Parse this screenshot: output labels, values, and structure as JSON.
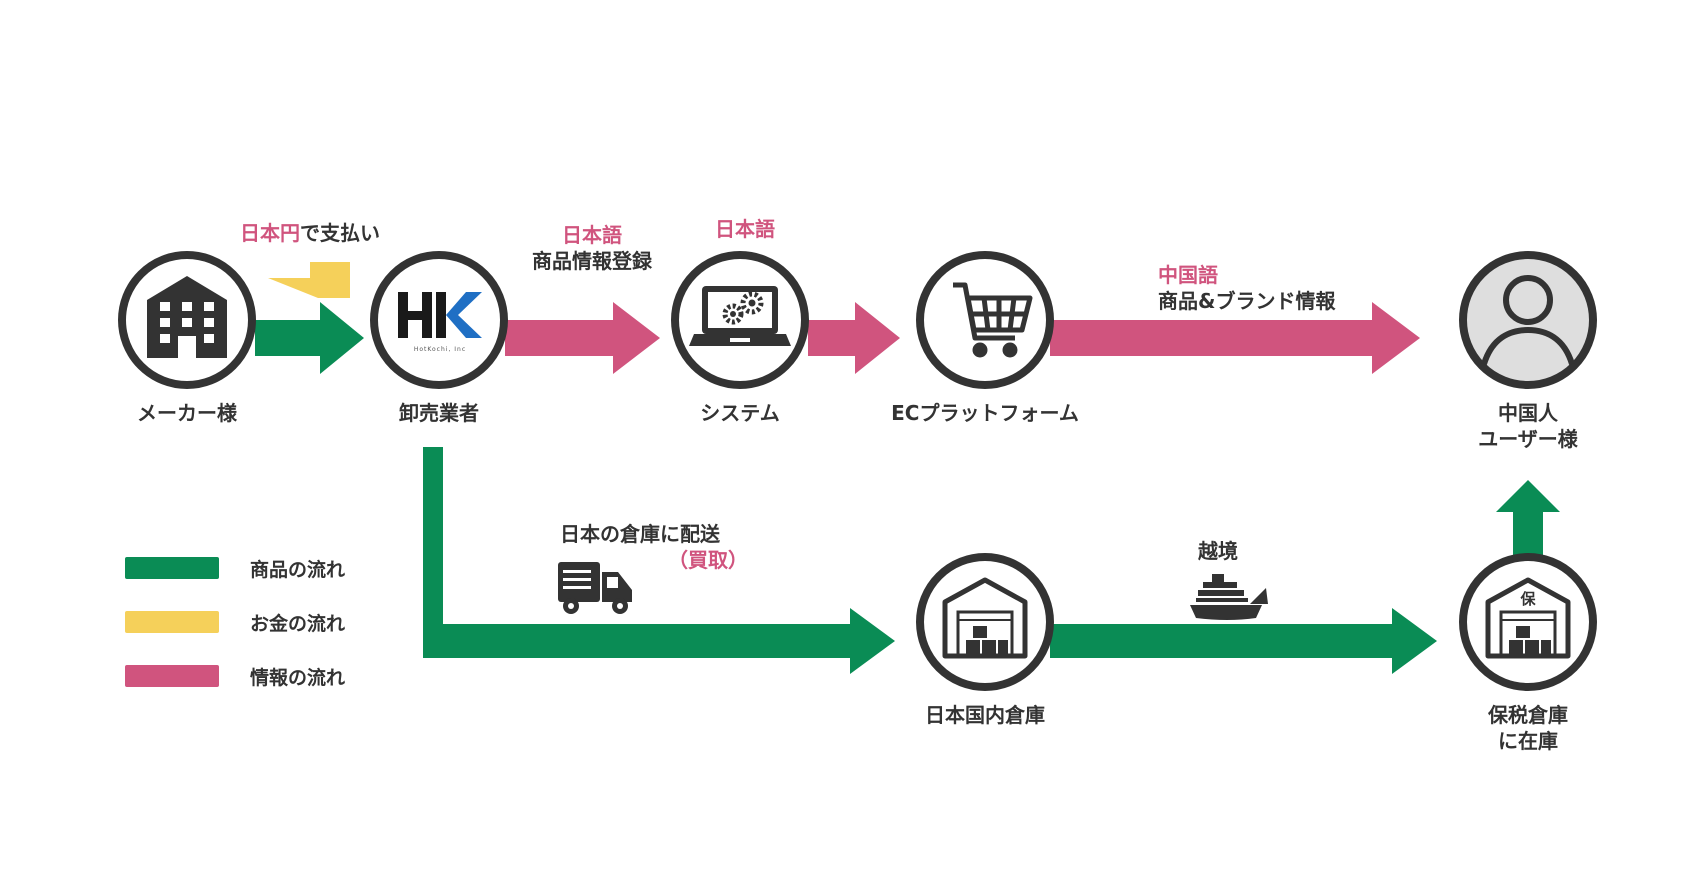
{
  "colors": {
    "goods": "#0a8c55",
    "money": "#f5d05a",
    "info": "#d0547e",
    "ink": "#333333"
  },
  "nodes": {
    "maker": {
      "label": "メーカー様",
      "icon": "building-icon"
    },
    "wholesaler": {
      "label": "卸売業者",
      "icon": "hk-logo",
      "logo_text": "HotKochi, Inc"
    },
    "system": {
      "label": "システム",
      "icon": "laptop-gears-icon"
    },
    "ec": {
      "label": "ECプラットフォーム",
      "icon": "shopping-cart-icon"
    },
    "user": {
      "label_line1": "中国人",
      "label_line2": "ユーザー様",
      "icon": "user-icon"
    },
    "jp_warehouse": {
      "label": "日本国内倉庫",
      "icon": "warehouse-icon"
    },
    "bonded_warehouse": {
      "label_line1": "保税倉庫",
      "label_line2": "に在庫",
      "icon": "bonded-warehouse-icon",
      "sign_char": "保"
    }
  },
  "annotations": {
    "payment": {
      "highlight": "日本円",
      "rest": "で支払い"
    },
    "register": {
      "line1": "日本語",
      "line2": "商品情報登録"
    },
    "system_lang": "日本語",
    "ec_to_user": {
      "line1": "中国語",
      "line2": "商品&ブランド情報"
    },
    "delivery": {
      "line1": "日本の倉庫に配送",
      "line2": "（買取）"
    },
    "crossborder": "越境"
  },
  "legend": [
    {
      "label": "商品の流れ",
      "color": "#0a8c55"
    },
    {
      "label": "お金の流れ",
      "color": "#f5d05a"
    },
    {
      "label": "情報の流れ",
      "color": "#d0547e"
    }
  ]
}
